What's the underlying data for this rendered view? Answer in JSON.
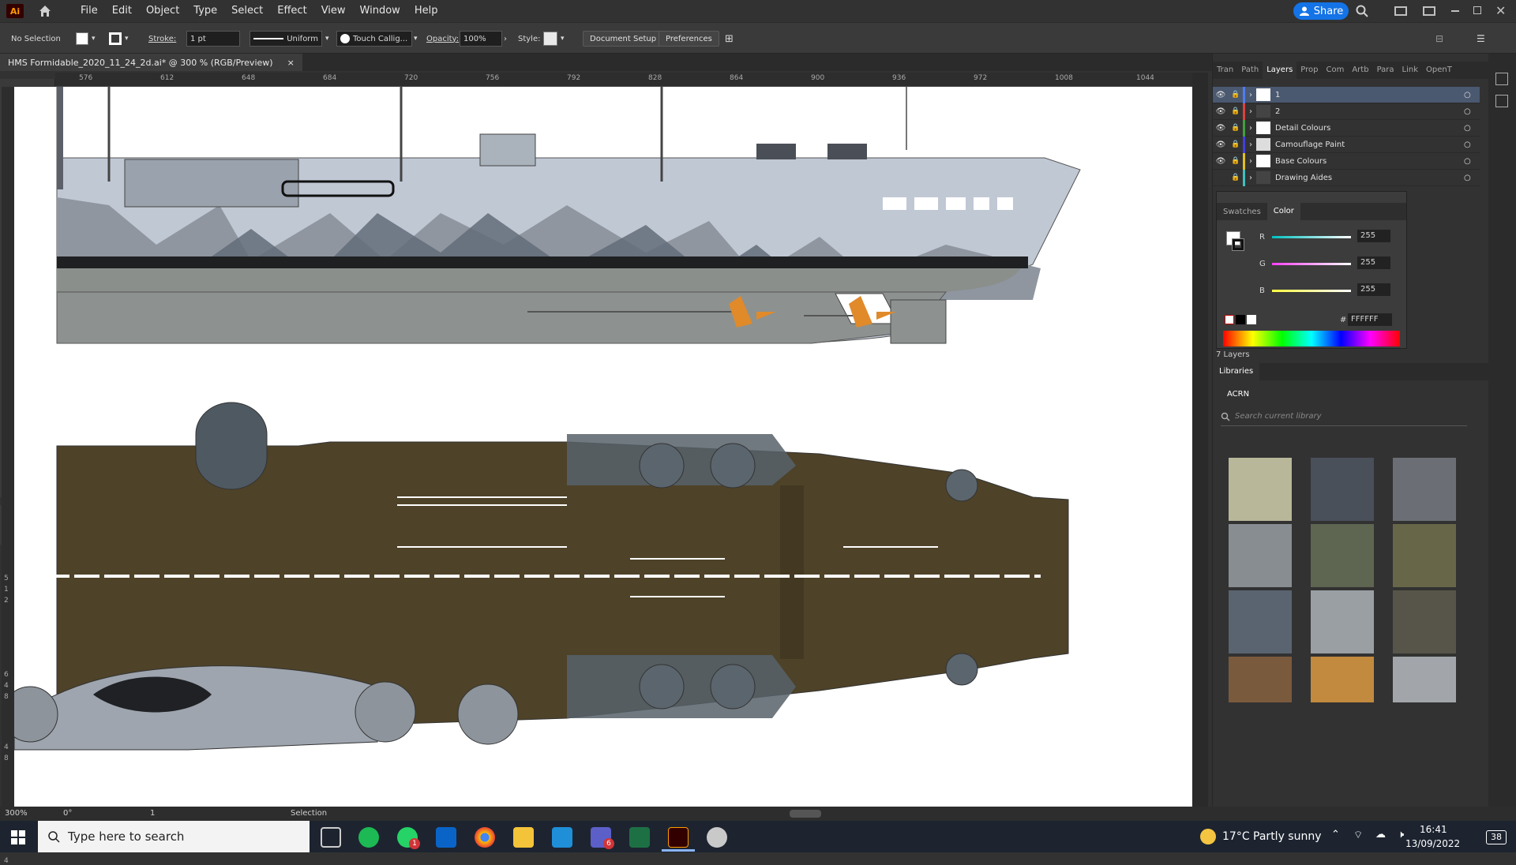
{
  "menubar": {
    "app_logo": "Ai",
    "menus": [
      "File",
      "Edit",
      "Object",
      "Type",
      "Select",
      "Effect",
      "View",
      "Window",
      "Help"
    ],
    "share_label": "Share"
  },
  "controlbar": {
    "selection": "No Selection",
    "stroke_label": "Stroke:",
    "stroke_value": "1 pt",
    "profile": "Uniform",
    "brush": "Touch Callig...",
    "opacity_label": "Opacity:",
    "opacity_value": "100%",
    "style_label": "Style:",
    "document_setup": "Document Setup",
    "preferences": "Preferences"
  },
  "document": {
    "tab_title": "HMS Formidable_2020_11_24_2d.ai* @ 300 % (RGB/Preview)",
    "close": "×"
  },
  "ruler": {
    "h_ticks": [
      "576",
      "612",
      "648",
      "684",
      "720",
      "756",
      "792",
      "828",
      "864",
      "900",
      "936",
      "972",
      "1008",
      "1044"
    ],
    "v_ticks": [
      "5",
      "1",
      "2",
      "6",
      "4",
      "8",
      "4",
      "8",
      "8",
      "4"
    ]
  },
  "layers_panel": {
    "tabs": [
      "Tran",
      "Path",
      "Layers",
      "Prop",
      "Com",
      "Artb",
      "Para",
      "Link",
      "OpenT"
    ],
    "active_tab": "Layers",
    "layers": [
      {
        "name": "1",
        "color": "#4f7df0",
        "visible": true
      },
      {
        "name": "2",
        "color": "#e04040",
        "visible": true
      },
      {
        "name": "Detail Colours",
        "color": "#40a040",
        "visible": true
      },
      {
        "name": "Camouflage Paint",
        "color": "#4040e0",
        "visible": true
      },
      {
        "name": "Base Colours",
        "color": "#e0c020",
        "visible": true
      },
      {
        "name": "Drawing Aides",
        "color": "#40c0c0",
        "visible": false
      }
    ],
    "count": "7 Layers"
  },
  "color_panel": {
    "tabs": [
      "Swatches",
      "Color"
    ],
    "active_tab": "Color",
    "r_label": "R",
    "r_value": "255",
    "g_label": "G",
    "g_value": "255",
    "b_label": "B",
    "b_value": "255",
    "hex_label": "#",
    "hex_value": "FFFFFF"
  },
  "libraries_panel": {
    "title": "Libraries",
    "library_name": "ACRN",
    "search_placeholder": "Search current library",
    "swatches": [
      "#b8b79a",
      "#49505a",
      "#6b6e74",
      "#888d92",
      "#5e6551",
      "#676649",
      "#5a6470",
      "#9a9fa4",
      "#575549",
      "#7a5a3c",
      "#c18a3e",
      "#a2a6ab"
    ]
  },
  "statusbar": {
    "zoom": "300%",
    "rotate": "0°",
    "artboard": "1",
    "tool": "Selection"
  },
  "taskbar": {
    "search_placeholder": "Type here to search",
    "weather": "17°C  Partly sunny",
    "time": "16:41",
    "date": "13/09/2022",
    "notification_count": "38",
    "whatsapp_badge": "1",
    "teams_badge": "6"
  }
}
